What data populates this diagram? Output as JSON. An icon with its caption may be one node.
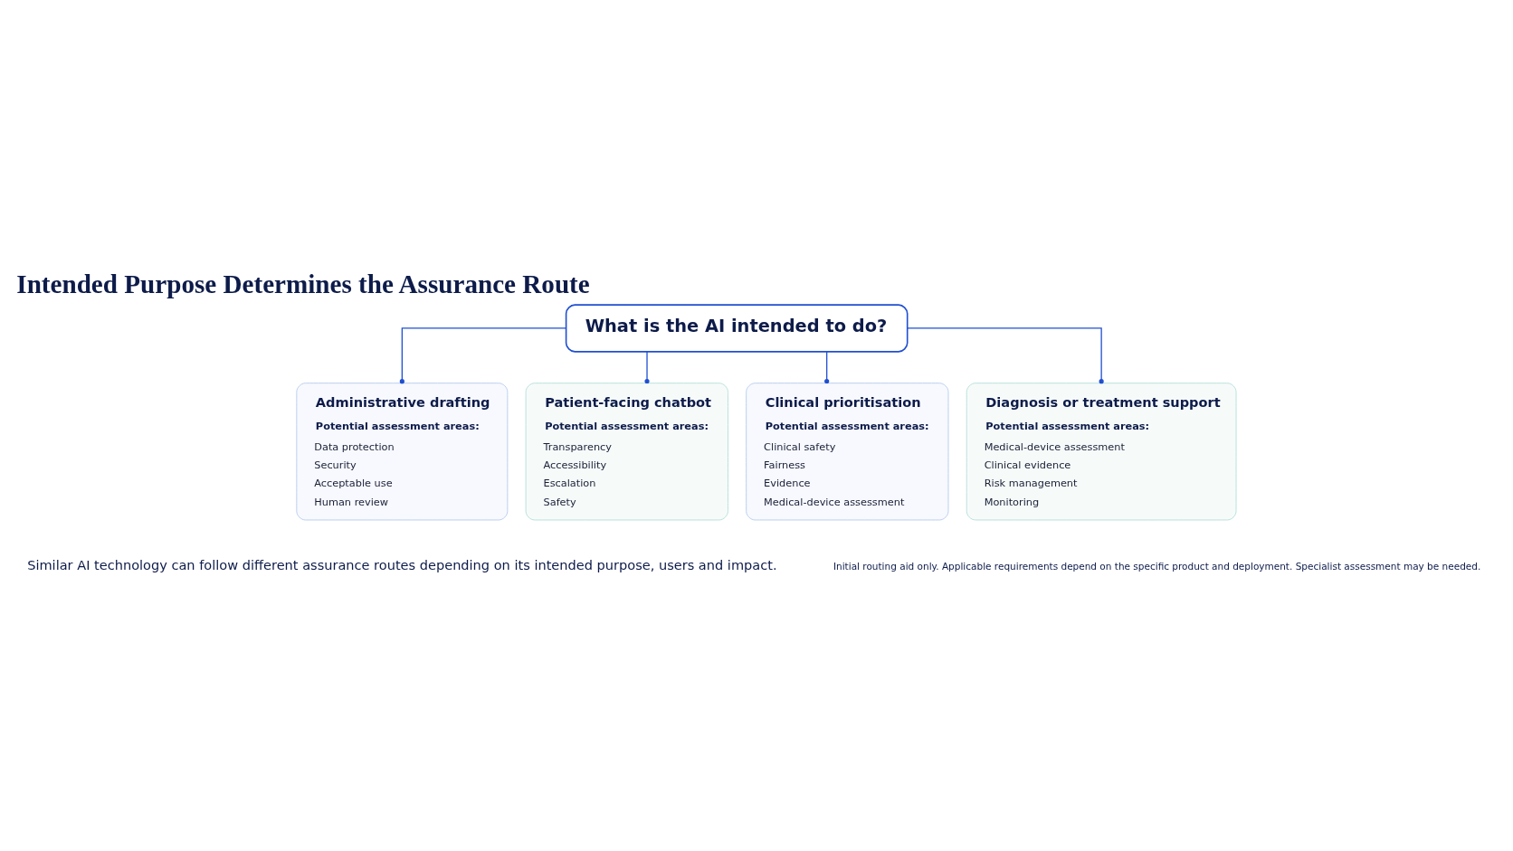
{
  "diagram": {
    "title": "Intended Purpose Determines the Assurance Route",
    "nodes": [
      {
        "text": [
          "What is the AI intended to do?"
        ]
      },
      {
        "text": [
          "Administrative drafting",
          "Potential assessment areas:",
          "Data protection",
          "Security",
          "Acceptable use",
          "Human review"
        ]
      },
      {
        "text": [
          "Patient-facing chatbot",
          "Potential assessment areas:",
          "Transparency",
          "Accessibility",
          "Escalation",
          "Safety"
        ]
      },
      {
        "text": [
          "Clinical prioritisation",
          "Potential assessment areas:",
          "Clinical safety",
          "Fairness",
          "Evidence",
          "Medical-device assessment"
        ]
      },
      {
        "text": [
          "Diagnosis or treatment support",
          "Potential assessment areas:",
          "Medical-device assessment",
          "Clinical evidence",
          "Risk management",
          "Monitoring"
        ]
      }
    ],
    "edges": [
      {
        "from": 0,
        "to": 1,
        "arrow": "other"
      },
      {
        "from": 0,
        "to": 2,
        "arrow": "other"
      },
      {
        "from": 0,
        "to": 3,
        "arrow": "other"
      },
      {
        "from": 0,
        "to": 4,
        "arrow": "other"
      }
    ],
    "labels": [
      "Similar AI technology can follow different assurance routes depending on its intended purpose, users and impact.",
      "Initial routing aid only. Applicable requirements depend on the specific product and deployment. Specialist assessment may be needed."
    ]
  }
}
